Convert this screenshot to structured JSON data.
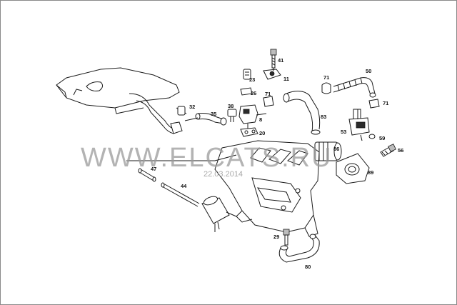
{
  "labels": {
    "p41": "41",
    "p11": "11",
    "p71a": "71",
    "p50": "50",
    "p23": "23",
    "p26": "26",
    "p71b": "71",
    "p71c": "71",
    "p32": "32",
    "p35": "35",
    "p38": "38",
    "p8": "8",
    "p83": "83",
    "p53": "53",
    "p59": "59",
    "p56": "56",
    "p20": "20",
    "p86": "86",
    "p89": "89",
    "p47": "47",
    "p44": "44",
    "p29": "29",
    "p80": "80"
  },
  "watermark": {
    "text": "WWW.ELCATS.RU",
    "date": "22.03.2014"
  },
  "colors": {
    "line": "#1a1a1a",
    "watermark": "#9a9a9a",
    "frame": "#8a8a8a"
  }
}
